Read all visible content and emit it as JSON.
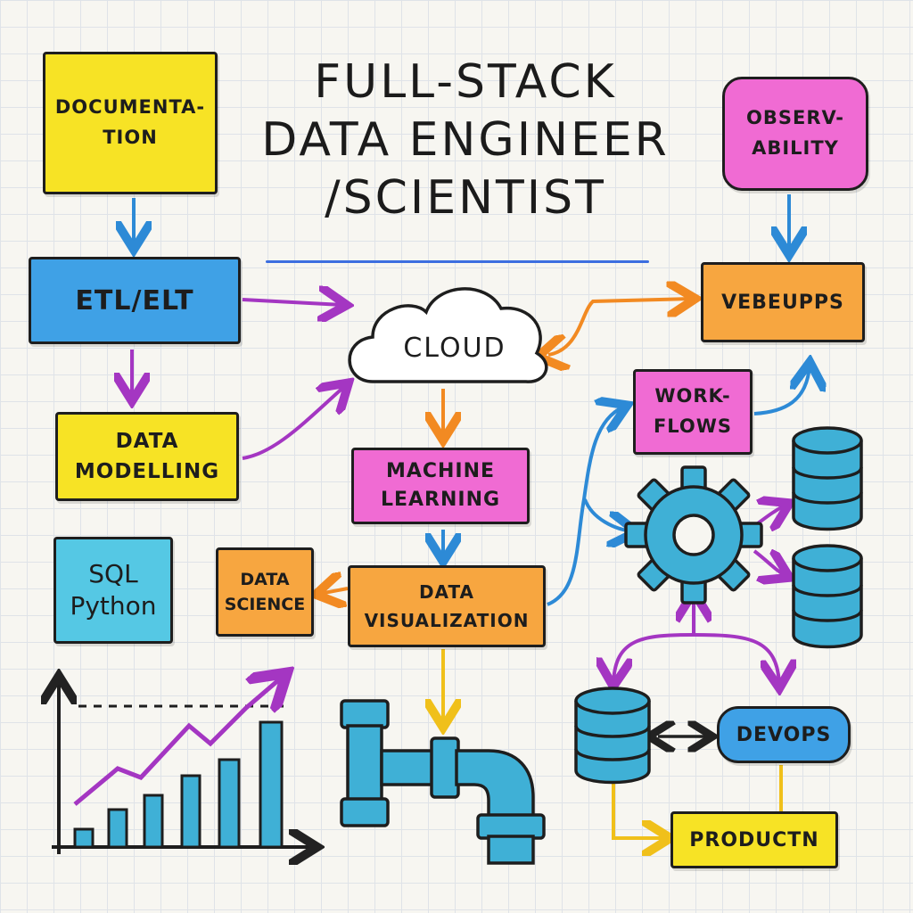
{
  "title": {
    "line1": "FULL-STACK",
    "line2": "DATA ENGINEER",
    "line3": "/SCIENTIST"
  },
  "nodes": {
    "documentation": {
      "line1": "DOCUMENTA-",
      "line2": "TION"
    },
    "etl": {
      "label": "ETL/ELT"
    },
    "data_modelling": {
      "line1": "DATA",
      "line2": "MODELLING"
    },
    "sql_python": {
      "line1": "SQL",
      "line2": "Python"
    },
    "cloud": {
      "label": "CLOUD"
    },
    "machine_learning": {
      "line1": "MACHINE",
      "line2": "LEARNING"
    },
    "data_science": {
      "line1": "DATA",
      "line2": "SCIENCE"
    },
    "data_visualization": {
      "line1": "DATA",
      "line2": "VISUALIZATION"
    },
    "observability": {
      "line1": "OBSERV-",
      "line2": "ABILITY"
    },
    "vebeupps": {
      "label": "VEBEUPPS"
    },
    "workflows": {
      "line1": "WORK-",
      "line2": "FLOWS"
    },
    "devops": {
      "label": "DEVOPS"
    },
    "productn": {
      "label": "PRODUCTN"
    }
  },
  "icons": [
    "cloud-icon",
    "gear-icon",
    "database-icon",
    "pipe-icon",
    "bar-chart-icon"
  ],
  "colors": {
    "yellow": "#f7e325",
    "blue": "#3fa1e6",
    "pink": "#f06bd3",
    "orange": "#f7a640",
    "cyan": "#55c8e4",
    "purple_arrow": "#a436c2",
    "orange_arrow": "#f28a22",
    "blue_arrow": "#2d8ad6",
    "ink": "#1e1e1e"
  }
}
